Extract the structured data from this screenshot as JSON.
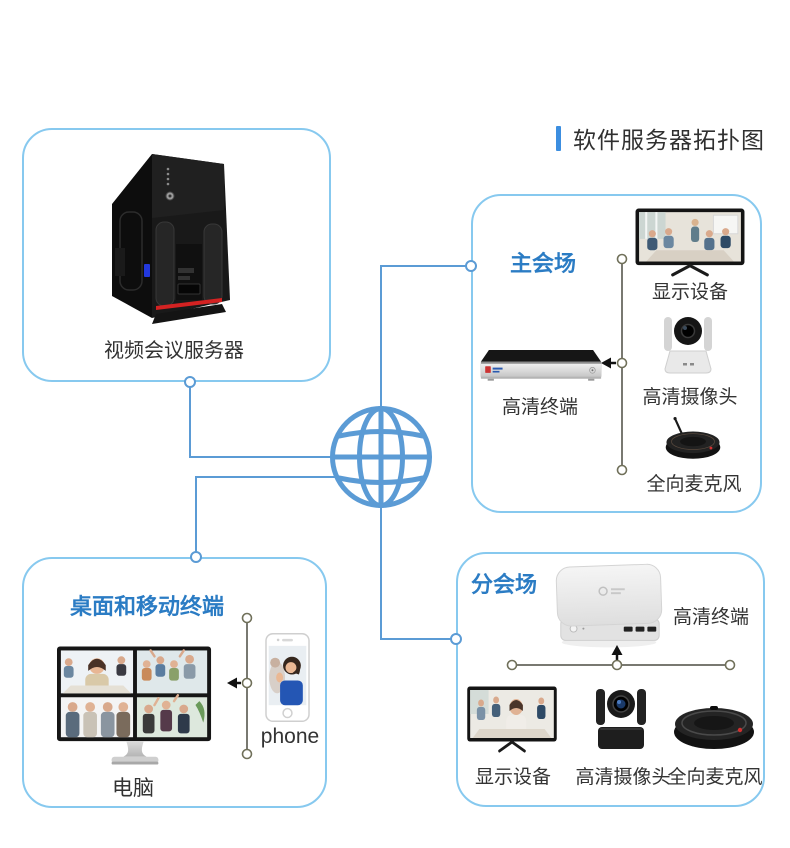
{
  "title": {
    "text": "软件服务器拓扑图"
  },
  "panels": {
    "server": {
      "label": "视频会议服务器"
    },
    "main": {
      "heading": "主会场",
      "devices": {
        "display": "显示设备",
        "camera": "高清摄像头",
        "terminal": "高清终端",
        "mic": "全向麦克风"
      }
    },
    "branch": {
      "heading": "分会场",
      "devices": {
        "terminal": "高清终端",
        "display": "显示设备",
        "camera": "高清摄像头",
        "mic": "全向麦克风"
      }
    },
    "desktop": {
      "heading": "桌面和移动终端",
      "devices": {
        "computer": "电脑",
        "phone": "phone"
      }
    }
  },
  "icons": {
    "network": "globe-icon",
    "flow": [
      "left-arrow-icon",
      "up-arrow-icon",
      "node-circle-icon"
    ]
  },
  "colors": {
    "panel_border": "#87c9ef",
    "heading_blue": "#2b7cc4",
    "connector_blue": "#5b9bd5",
    "title_bar_blue": "#3c8ee0",
    "label_dark": "#333333",
    "device_line": "#55554a",
    "arrow_black": "#111111",
    "server_accent_red": "#d42222"
  }
}
